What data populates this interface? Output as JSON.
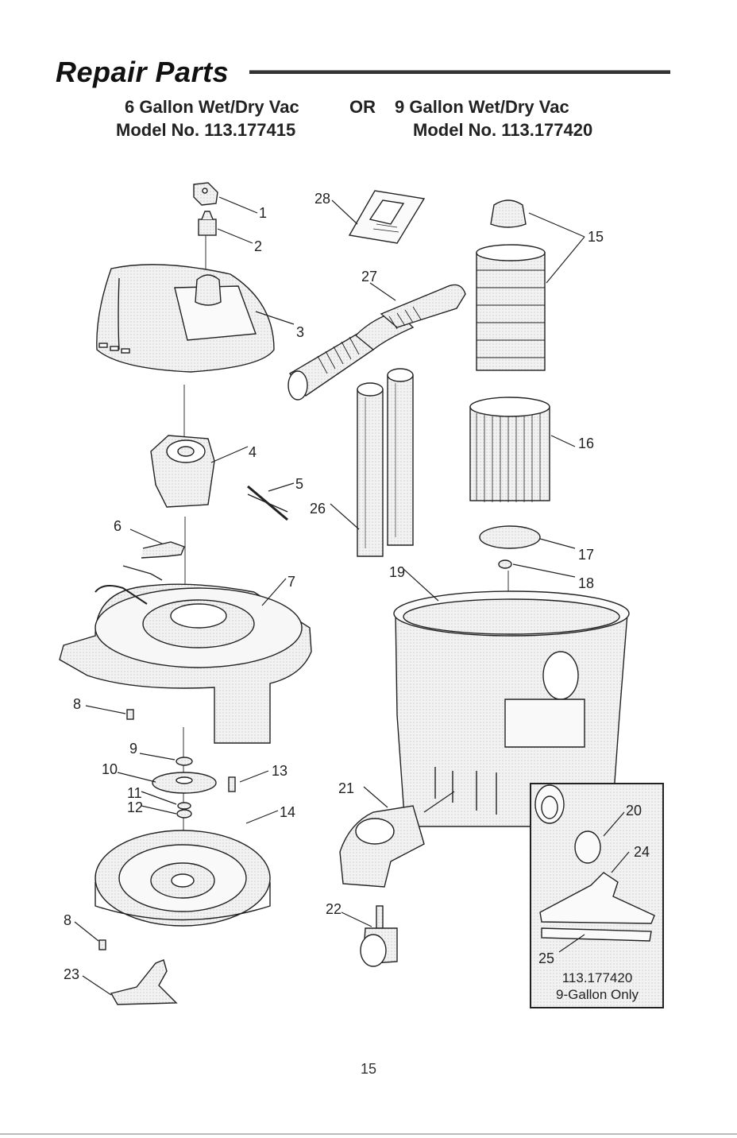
{
  "header": {
    "title": "Repair Parts",
    "model_a_name": "6 Gallon Wet/Dry Vac",
    "or_label": "OR",
    "model_b_name": "9 Gallon Wet/Dry Vac",
    "model_a_number": "Model No. 113.177415",
    "model_b_number": "Model No. 113.177420"
  },
  "callouts": [
    "1",
    "2",
    "3",
    "4",
    "5",
    "6",
    "7",
    "8",
    "9",
    "10",
    "11",
    "12",
    "13",
    "14",
    "15",
    "16",
    "17",
    "18",
    "19",
    "20",
    "21",
    "22",
    "23",
    "24",
    "25",
    "26",
    "27",
    "28",
    "8"
  ],
  "inset": {
    "line1": "113.177420",
    "line2": "9-Gallon Only"
  },
  "page_number": "15"
}
